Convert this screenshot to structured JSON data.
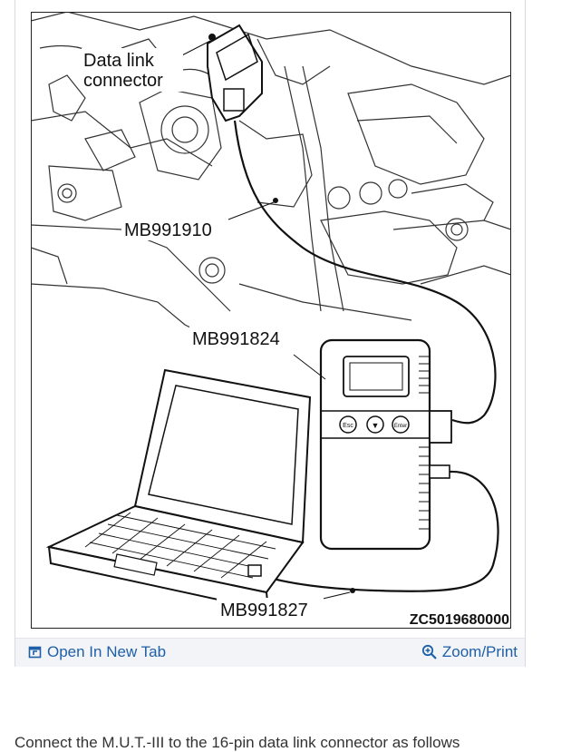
{
  "figure": {
    "labels": {
      "dlc": [
        "Data link",
        "connector"
      ],
      "cable_1910": "MB991910",
      "mut_1824": "MB991824",
      "cable_1827": "MB991827",
      "code": "ZC5019680000"
    },
    "device_buttons": [
      "Esc",
      "▼",
      "Enter"
    ]
  },
  "toolbar": {
    "open_label": "Open In New Tab",
    "open_icon": "open-new-tab-icon",
    "zoom_label": "Zoom/Print",
    "zoom_icon": "zoom-magnifier-icon",
    "link_color": "#1f5fa8"
  },
  "caption": "Connect the M.U.T.-III to the 16-pin data link connector as follows"
}
